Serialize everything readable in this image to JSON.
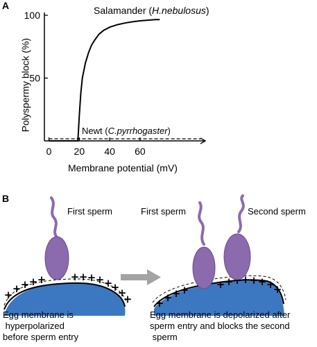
{
  "panel_a": {
    "label": "A",
    "chart_data": {
      "type": "line",
      "xlabel": "Membrane potential (mV)",
      "ylabel": "Polyspermy block (%)",
      "xticks": [
        0,
        20,
        40,
        60
      ],
      "yticks": [
        50,
        100
      ],
      "xlim": [
        -3,
        103
      ],
      "ylim": [
        0,
        100
      ],
      "series": [
        {
          "name_prefix": "Salamander (",
          "name_italic": "H.nebulosus",
          "name_suffix": ")",
          "style": "solid",
          "x": [
            0,
            19,
            19.3,
            20,
            21,
            22,
            24,
            26,
            28,
            30,
            33,
            36,
            40,
            45,
            50,
            55,
            60,
            65,
            70,
            73
          ],
          "y": [
            0,
            0,
            5,
            20,
            38,
            50,
            62,
            70,
            76,
            80,
            85,
            88,
            90.5,
            92.5,
            93.8,
            94.8,
            95.6,
            96.1,
            96.5,
            96.6
          ]
        },
        {
          "name_prefix": "Newt (",
          "name_italic": "C.pyrrhogaster",
          "name_suffix": ")",
          "style": "dashed",
          "x": [
            0,
            100
          ],
          "y": [
            0,
            0
          ]
        }
      ]
    }
  },
  "panel_b": {
    "label": "B",
    "left_cell": {
      "sperm_label": "First sperm",
      "caption_lines": [
        "Egg membrane is",
        " hyperpolarized",
        "before sperm entry"
      ],
      "charge_symbol": "+"
    },
    "right_cell": {
      "first_sperm_label": "First sperm",
      "second_sperm_label": "Second sperm",
      "caption_lines": [
        "Egg membrane is depolarized after",
        "sperm entry and blocks the second",
        " sperm"
      ],
      "charge_symbol": "+"
    },
    "colors": {
      "sperm": "#8c6aae",
      "sperm_edge": "#6a4c8a",
      "egg": "#3c78c2",
      "arrow": "#a3a3a3"
    }
  }
}
